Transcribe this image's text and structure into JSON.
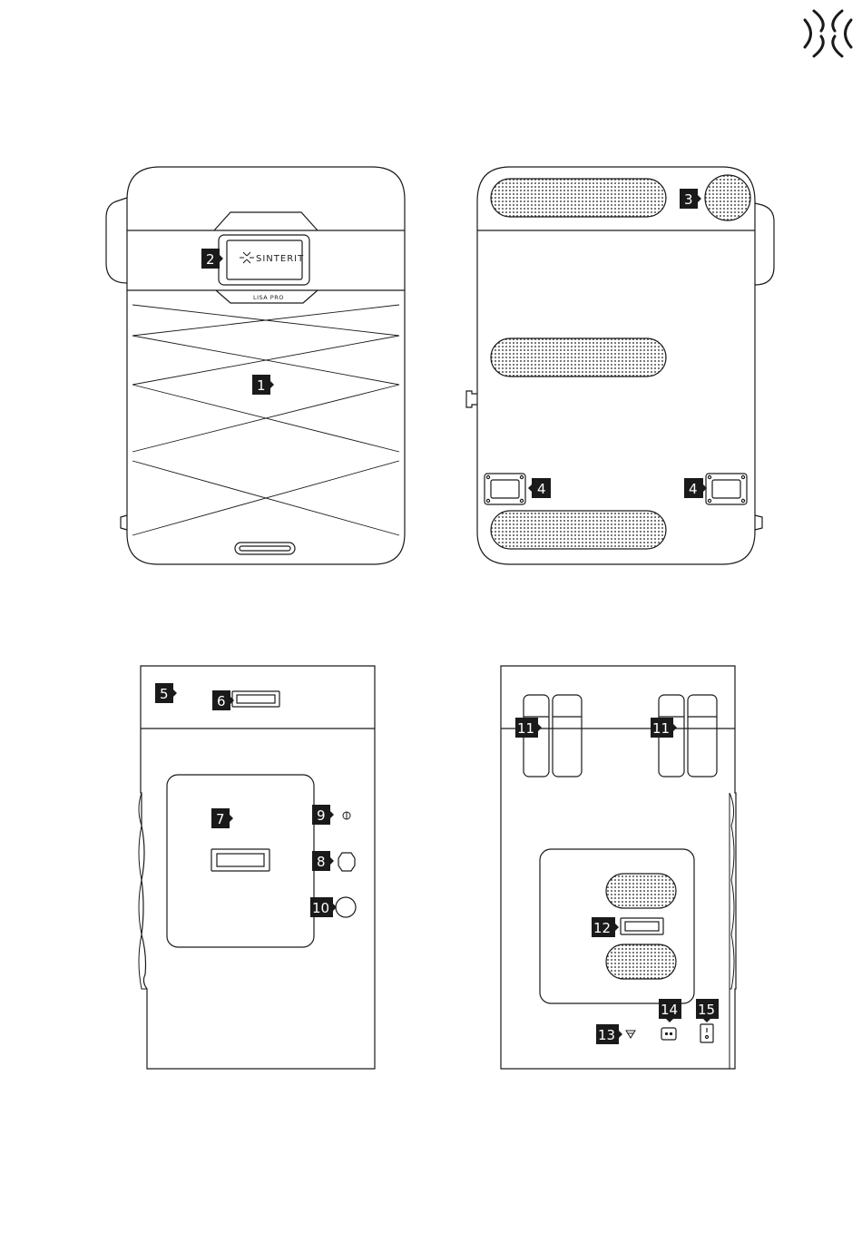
{
  "logo": {
    "icon": "sinterit-x-logo-icon"
  },
  "views": {
    "front": {
      "screen_brand": "SINTERIT",
      "model_text": "LISA PRO",
      "callouts": [
        {
          "id": "2",
          "text": "2"
        },
        {
          "id": "1",
          "text": "1"
        }
      ]
    },
    "back": {
      "callouts": [
        {
          "id": "3",
          "text": "3"
        },
        {
          "id": "4a",
          "text": "4"
        },
        {
          "id": "4b",
          "text": "4"
        }
      ]
    },
    "left": {
      "callouts": [
        {
          "id": "5",
          "text": "5"
        },
        {
          "id": "6",
          "text": "6"
        },
        {
          "id": "7",
          "text": "7"
        },
        {
          "id": "9",
          "text": "9"
        },
        {
          "id": "8",
          "text": "8"
        },
        {
          "id": "10",
          "text": "10"
        }
      ]
    },
    "right": {
      "callouts": [
        {
          "id": "11a",
          "text": "11"
        },
        {
          "id": "11b",
          "text": "11"
        },
        {
          "id": "12",
          "text": "12"
        },
        {
          "id": "14",
          "text": "14"
        },
        {
          "id": "15",
          "text": "15"
        },
        {
          "id": "13",
          "text": "13"
        }
      ]
    }
  },
  "colors": {
    "ink": "#1a1a1a",
    "label_bg": "#1a1a1a",
    "label_text": "#ffffff",
    "paper": "#ffffff"
  }
}
